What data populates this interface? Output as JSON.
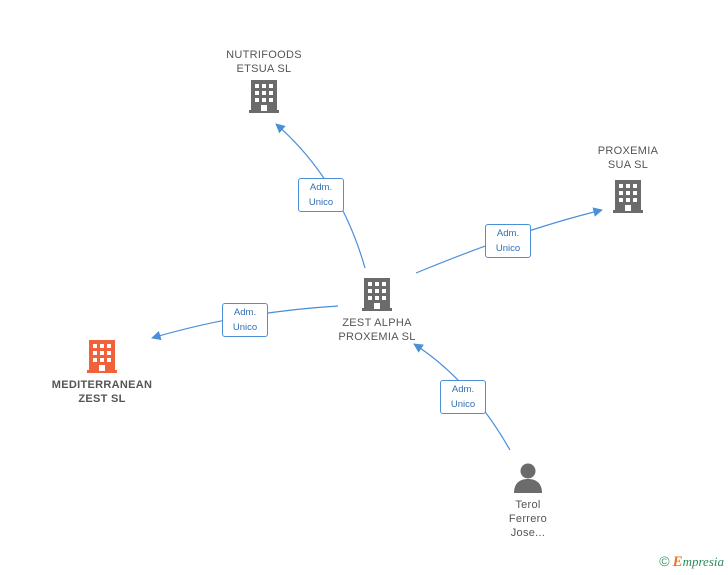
{
  "colors": {
    "building": "#6b6b6b",
    "building_highlight": "#f2623a",
    "person": "#6b6b6b",
    "edge": "#4a90d9",
    "edge_text": "#2f6fb5"
  },
  "nodes": {
    "nutrifoods": {
      "label": "NUTRIFOODS\nETSUA SL",
      "icon": "building-icon"
    },
    "proxemia": {
      "label": "PROXEMIA\nSUA SL",
      "icon": "building-icon"
    },
    "zest_alpha": {
      "label": "ZEST ALPHA\nPROXEMIA SL",
      "icon": "building-icon"
    },
    "mediterranean": {
      "label": "MEDITERRANEAN\nZEST SL",
      "icon": "building-icon"
    },
    "terol": {
      "label": "Terol\nFerrero\nJose...",
      "icon": "person-icon"
    }
  },
  "edges": {
    "to_nutrifoods": {
      "line1": "Adm.",
      "line2": "Unico"
    },
    "to_proxemia": {
      "line1": "Adm.",
      "line2": "Unico"
    },
    "to_mediterranean": {
      "line1": "Adm.",
      "line2": "Unico"
    },
    "from_terol": {
      "line1": "Adm.",
      "line2": "Unico"
    }
  },
  "brand": {
    "copyright": "©",
    "e": "E",
    "rest": "mpresia"
  }
}
